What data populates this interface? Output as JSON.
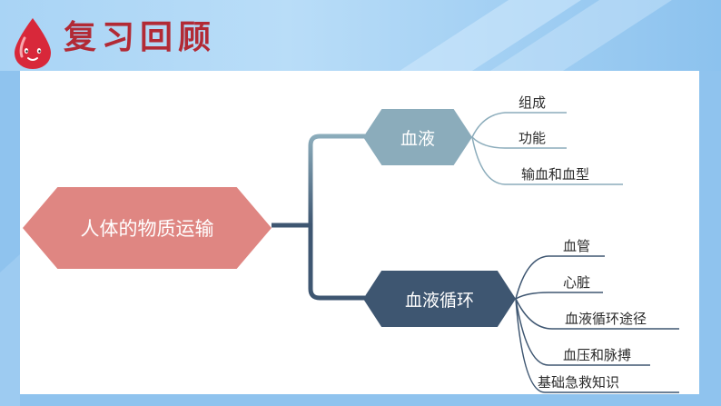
{
  "header": {
    "title": "复习回顾"
  },
  "mindmap": {
    "root": {
      "label": "人体的物质运输"
    },
    "branches": [
      {
        "label": "血液",
        "children": [
          "组成",
          "功能",
          "输血和血型"
        ]
      },
      {
        "label": "血液循环",
        "children": [
          "血管",
          "心脏",
          "血液循环途径",
          "血压和脉搏",
          "基础急救知识"
        ]
      }
    ]
  },
  "colors": {
    "root": "#df8682",
    "branch_1": "#8bacbb",
    "branch_2": "#3e5671",
    "title": "#b22a35"
  }
}
